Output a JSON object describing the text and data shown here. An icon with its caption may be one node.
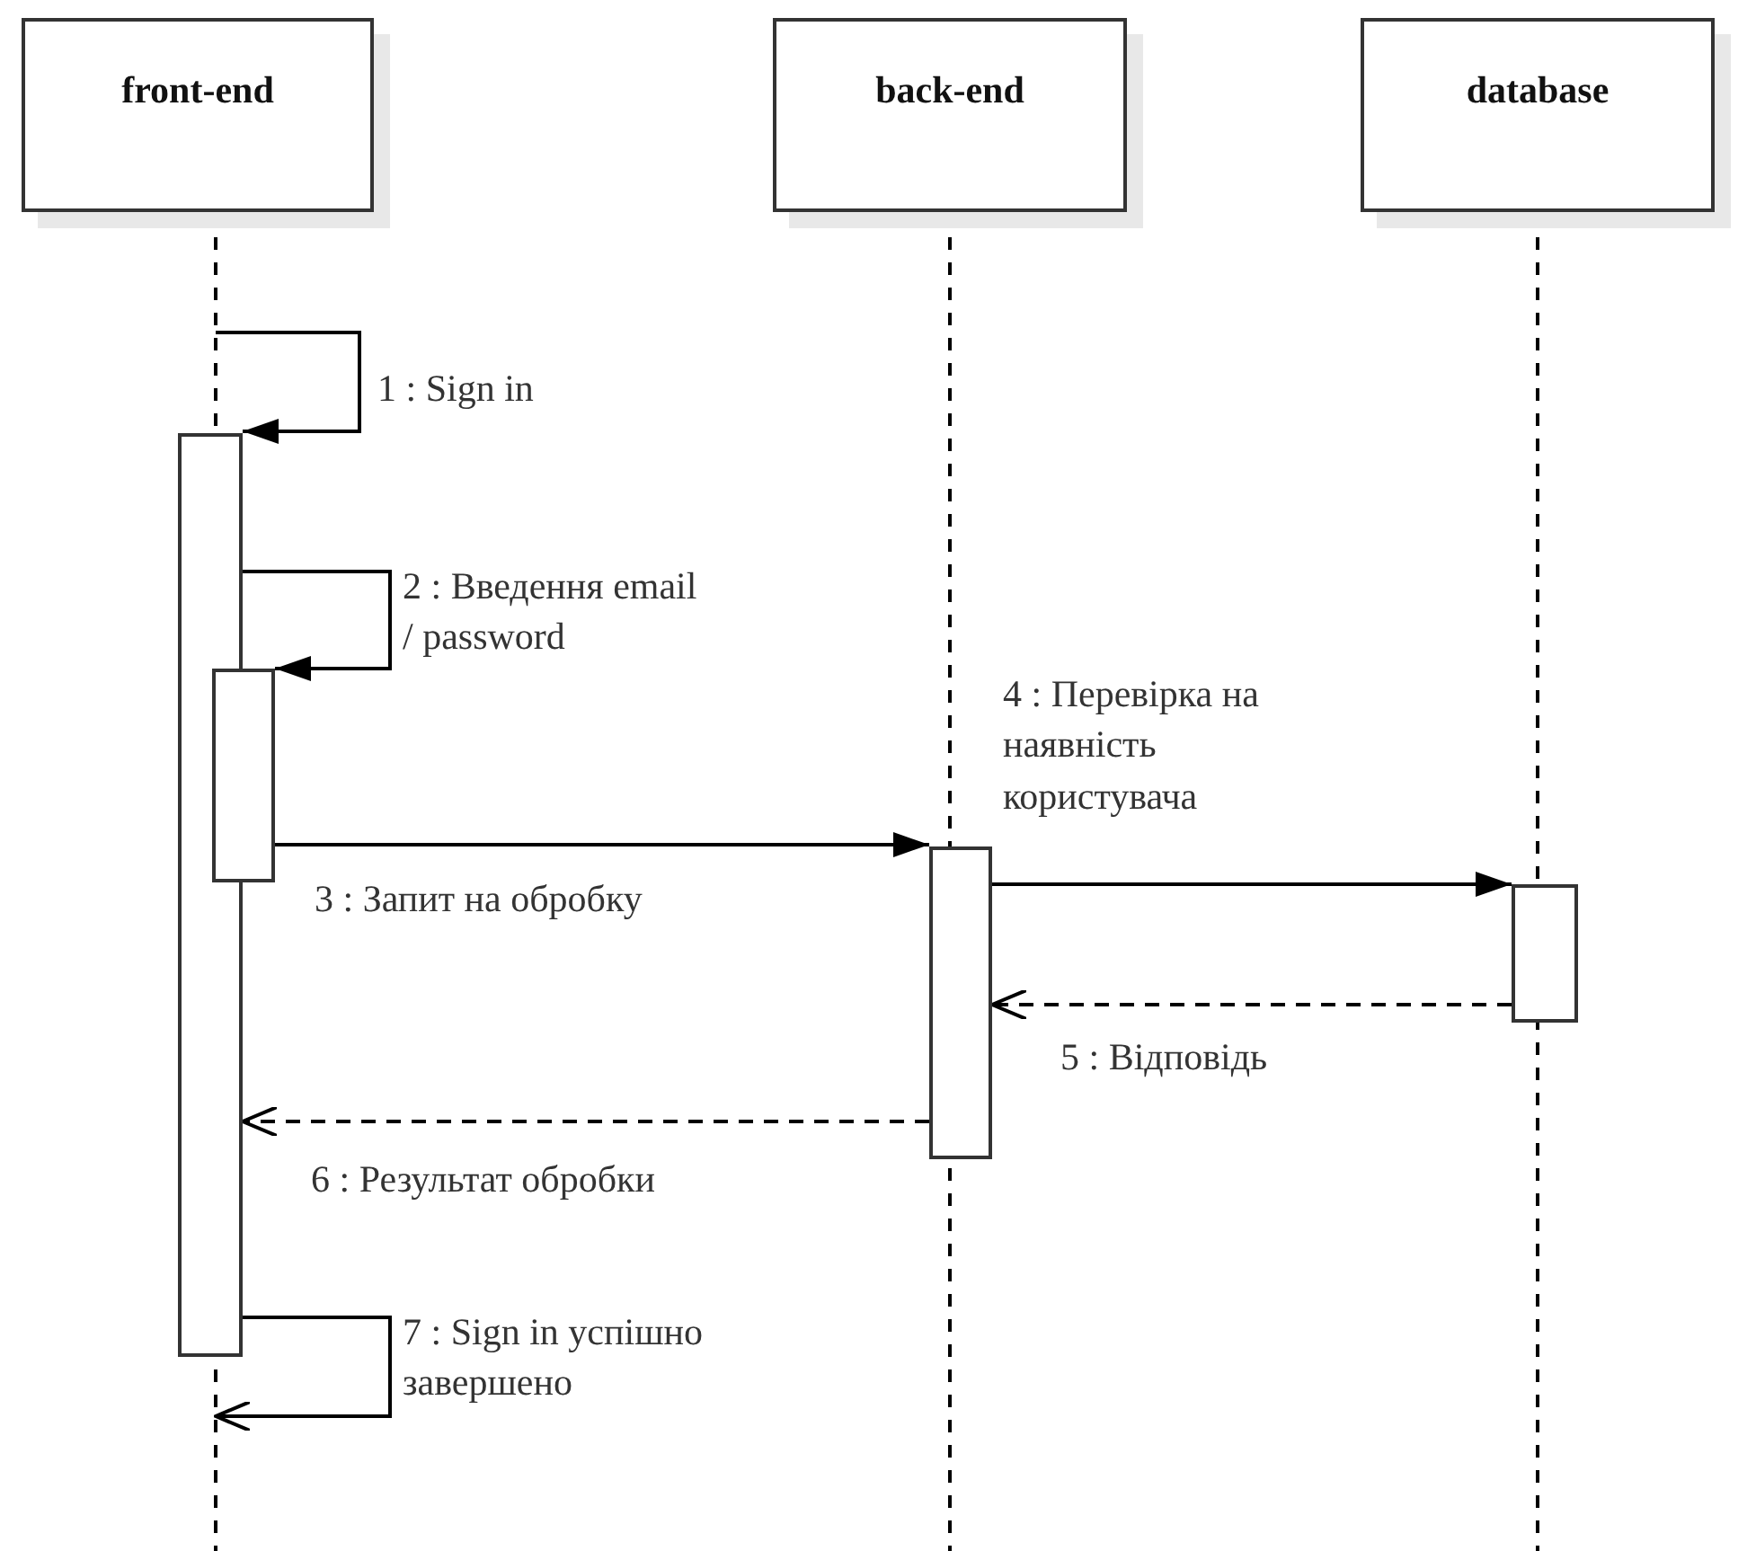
{
  "diagram": {
    "nodes": [
      {
        "text": [
          "front-end"
        ]
      },
      {
        "text": [
          "back-end"
        ]
      },
      {
        "text": [
          "database"
        ]
      },
      {
        "text": [],
        "shape": "bar"
      },
      {
        "text": [],
        "shape": "bar"
      },
      {
        "text": [],
        "shape": "bar"
      },
      {
        "text": [],
        "shape": "bar"
      }
    ],
    "edges": [
      {
        "from": null,
        "to": 3,
        "arrow": "to",
        "label": "1 : Sign in"
      },
      {
        "from": 3,
        "to": 4,
        "arrow": "to",
        "label": "2 : Введення email / password"
      },
      {
        "from": 4,
        "to": 5,
        "arrow": "to",
        "label": "3 : Запит на обробку"
      },
      {
        "from": 5,
        "to": 6,
        "arrow": "to",
        "label": "4 : Перевірка на наявність користувача"
      },
      {
        "from": 6,
        "to": 5,
        "arrow": "to",
        "label": "5 : Відповідь",
        "style": "dashed"
      },
      {
        "from": 5,
        "to": 3,
        "arrow": "to",
        "label": "6 : Результат обробки",
        "style": "dashed"
      },
      {
        "from": 3,
        "to": null,
        "arrow": "to",
        "label": "7 : Sign in успішно завершено"
      }
    ]
  }
}
